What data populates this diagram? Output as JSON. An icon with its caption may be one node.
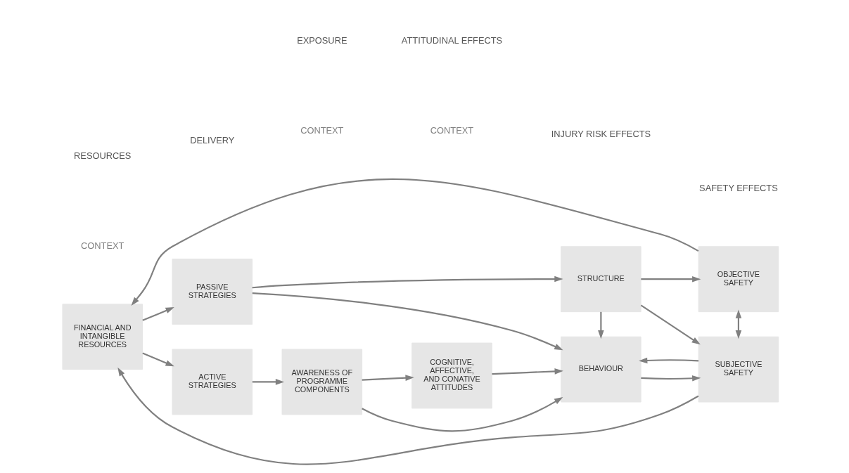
{
  "diagram": {
    "nodes": [
      {
        "text": [
          "PASSIVE STRATEGIES"
        ]
      },
      {
        "text": [
          "STRUCTURE"
        ]
      },
      {
        "text": [
          "OBJECTIVE SAFETY"
        ]
      },
      {
        "text": [
          "FINANCIAL AND INTANGIBLE RESOURCES"
        ]
      },
      {
        "text": [
          "ACTIVE STRATEGIES"
        ]
      },
      {
        "text": [
          "AWARENESS OF PROGRAMME COMPONENTS"
        ]
      },
      {
        "text": [
          "COGNITIVE, AFFECTIVE, AND CONATIVE ATTITUDES"
        ]
      },
      {
        "text": [
          "BEHAVIOUR"
        ]
      },
      {
        "text": [
          "SUBJECTIVE SAFETY"
        ]
      }
    ],
    "edges": [
      {
        "from": 3,
        "to": 0,
        "arrow": "to"
      },
      {
        "from": 3,
        "to": 4,
        "arrow": "to"
      },
      {
        "from": 4,
        "to": 5,
        "arrow": "to"
      },
      {
        "from": 5,
        "to": 6,
        "arrow": "to"
      },
      {
        "from": 5,
        "to": 7,
        "arrow": "to"
      },
      {
        "from": 6,
        "to": 7,
        "arrow": "to"
      },
      {
        "from": 0,
        "to": 1,
        "arrow": "to"
      },
      {
        "from": 0,
        "to": 7,
        "arrow": "to"
      },
      {
        "from": 1,
        "to": 2,
        "arrow": "to"
      },
      {
        "from": 1,
        "to": 7,
        "arrow": "to"
      },
      {
        "from": 1,
        "to": 8,
        "arrow": "to"
      },
      {
        "from": 2,
        "to": 8,
        "arrow": "both"
      },
      {
        "from": 7,
        "to": 8,
        "arrow": "to"
      },
      {
        "from": 8,
        "to": 7,
        "arrow": "to"
      },
      {
        "from": 2,
        "to": 3,
        "arrow": "to"
      },
      {
        "from": 8,
        "to": 3,
        "arrow": "to"
      }
    ],
    "labels": [
      "CONTEXT",
      "CONTEXT",
      "CONTEXT",
      "RESOURCES",
      "DELIVERY",
      "EXPOSURE",
      "ATTITUDINAL EFFECTS",
      "INJURY RISK EFFECTS",
      "SAFETY EFFECTS"
    ]
  }
}
